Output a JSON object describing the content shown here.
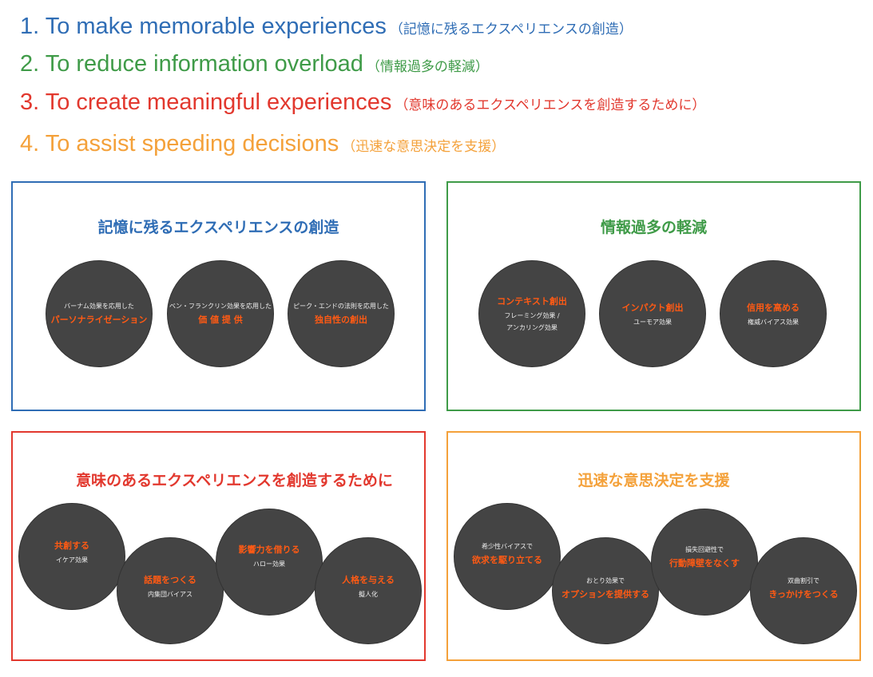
{
  "headings": [
    {
      "en": "1. To make memorable experiences",
      "jp": "（記憶に残るエクスペリエンスの創造）"
    },
    {
      "en": "2. To reduce information overload",
      "jp": "（情報過多の軽減）"
    },
    {
      "en": "3. To create meaningful experiences",
      "jp": "（意味のあるエクスペリエンスを創造するために）"
    },
    {
      "en": "4. To assist speeding decisions",
      "jp": "（迅速な意思決定を支援）"
    }
  ],
  "panels": {
    "memorable": {
      "title": "記憶に残るエクスペリエンスの創造",
      "circles": [
        {
          "sub": "バーナム効果を応用した",
          "main": "パーソナライゼーション"
        },
        {
          "sub": "ベン・フランクリン効果を応用した",
          "main": "価 値 提 供"
        },
        {
          "sub": "ピーク・エンドの法則を応用した",
          "main": "独自性の創出"
        }
      ]
    },
    "overload": {
      "title": "情報過多の軽減",
      "circles": [
        {
          "main": "コンテキスト創出",
          "sub": "フレーミング効果 /",
          "sub2": "アンカリング効果"
        },
        {
          "main": "インパクト創出",
          "sub": "ユーモア効果"
        },
        {
          "main": "信用を高める",
          "sub": "権威バイアス効果"
        }
      ]
    },
    "meaningful": {
      "title": "意味のあるエクスペリエンスを創造するために",
      "circles": [
        {
          "main": "共創する",
          "sub": "イケア効果"
        },
        {
          "main": "話題をつくる",
          "sub": "内集団バイアス"
        },
        {
          "main": "影響力を借りる",
          "sub": "ハロー効果"
        },
        {
          "main": "人格を与える",
          "sub": "擬人化"
        }
      ]
    },
    "decisions": {
      "title": "迅速な意思決定を支援",
      "circles": [
        {
          "sub": "希少性バイアスで",
          "main": "欲求を駆り立てる"
        },
        {
          "sub": "おとり効果で",
          "main": "オプションを提供する"
        },
        {
          "sub": "損失回避性で",
          "main": "行動障壁をなくす"
        },
        {
          "sub": "双曲割引で",
          "main": "きっかけをつくる"
        }
      ]
    }
  },
  "colors": {
    "blue": "#2f6db5",
    "green": "#3f9b48",
    "red": "#e2382e",
    "orange": "#f4a13a",
    "accent": "#ff5a14",
    "circle": "#444444"
  }
}
